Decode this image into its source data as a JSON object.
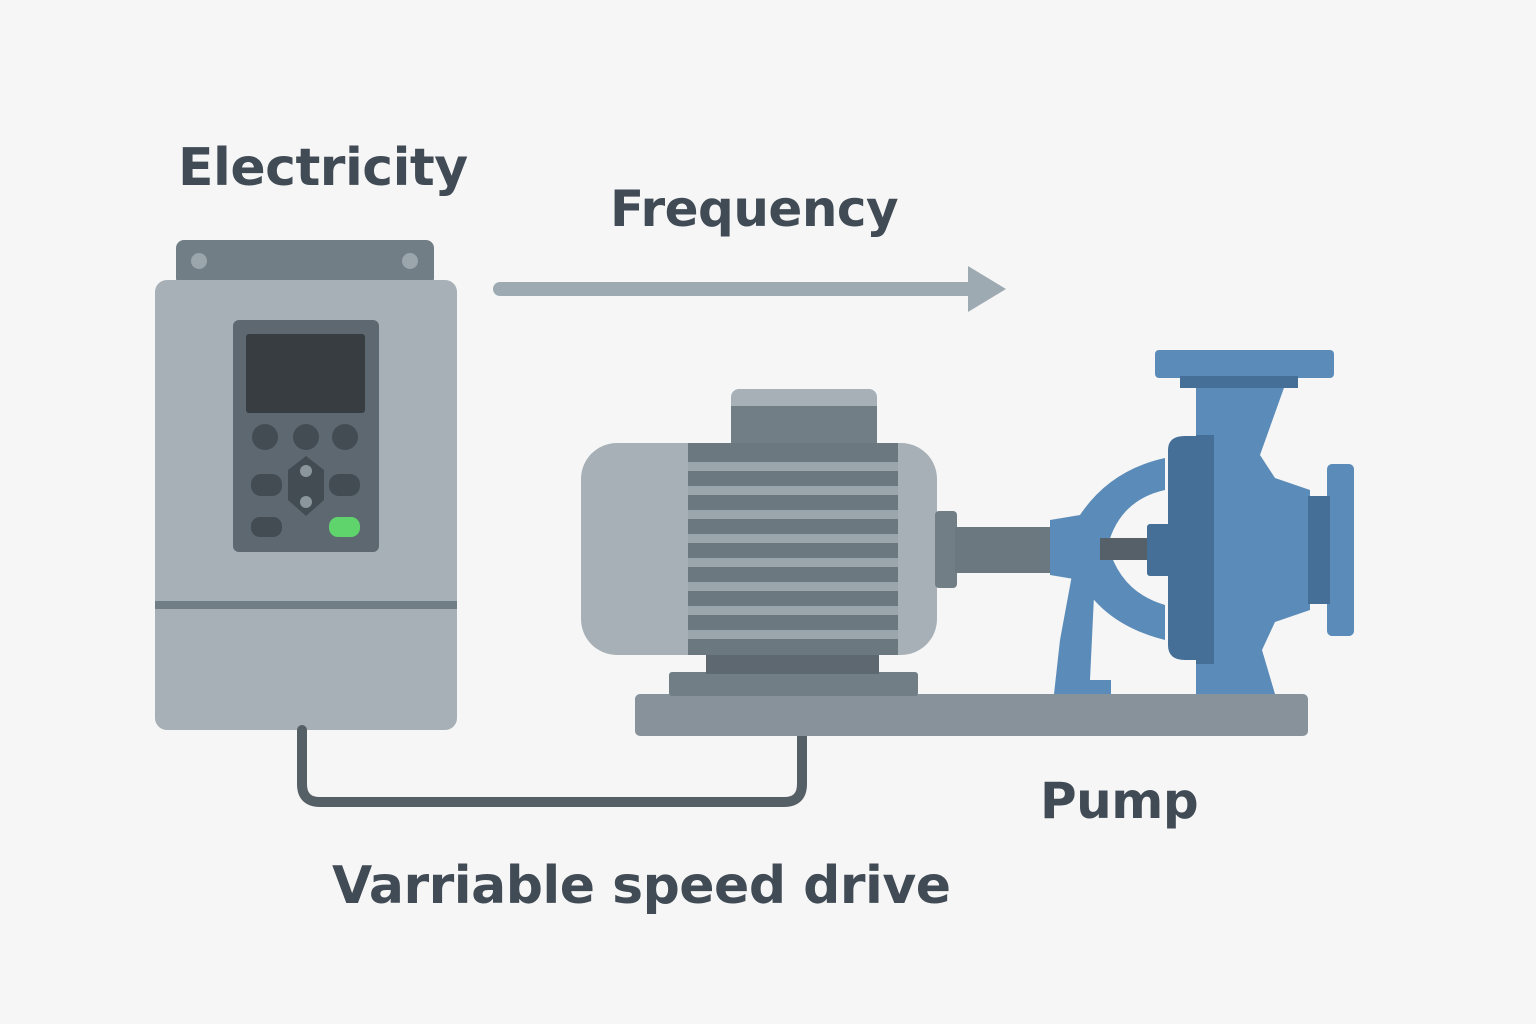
{
  "labels": {
    "electricity": "Electricity",
    "frequency": "Frequency",
    "pump": "Pump",
    "variable_speed_drive": "Varriable speed drive"
  },
  "colors": {
    "background": "#f6f6f6",
    "text": "#414b55",
    "drive_body": "#a6b0b6",
    "drive_dark": "#727e86",
    "keypad": "#5d6870",
    "display": "#373d41",
    "run_button": "#5fd46c",
    "motor_body": "#a6b0b6",
    "motor_fins": "#6b7880",
    "pump_blue": "#5b8bb8",
    "pump_dark_blue": "#456f97",
    "base": "#87929a",
    "cable": "#555f66",
    "arrow": "#9eaab1"
  }
}
